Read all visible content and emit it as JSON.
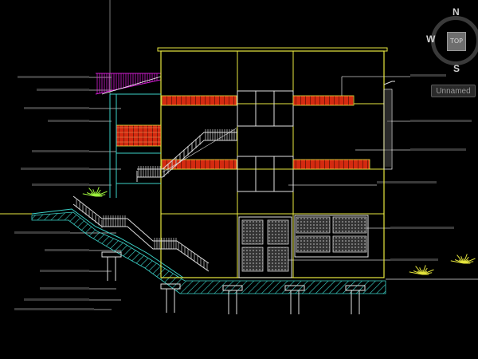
{
  "viewcube": {
    "north": "N",
    "west": "W",
    "south": "S",
    "top_face": "TOP"
  },
  "ucs": {
    "label": "Unnamed"
  },
  "colors": {
    "background": "#000000",
    "structure": "#e8e840",
    "brick": "#d42a10",
    "railing": "#dcdcdc",
    "leaders": "#c8c8c8",
    "roof": "#d21ed2",
    "ground": "#3cd2c8",
    "vegetation": "#9cf03c",
    "foliage": "#e4e43c",
    "viewcube_ring": "#3a3a3a"
  }
}
